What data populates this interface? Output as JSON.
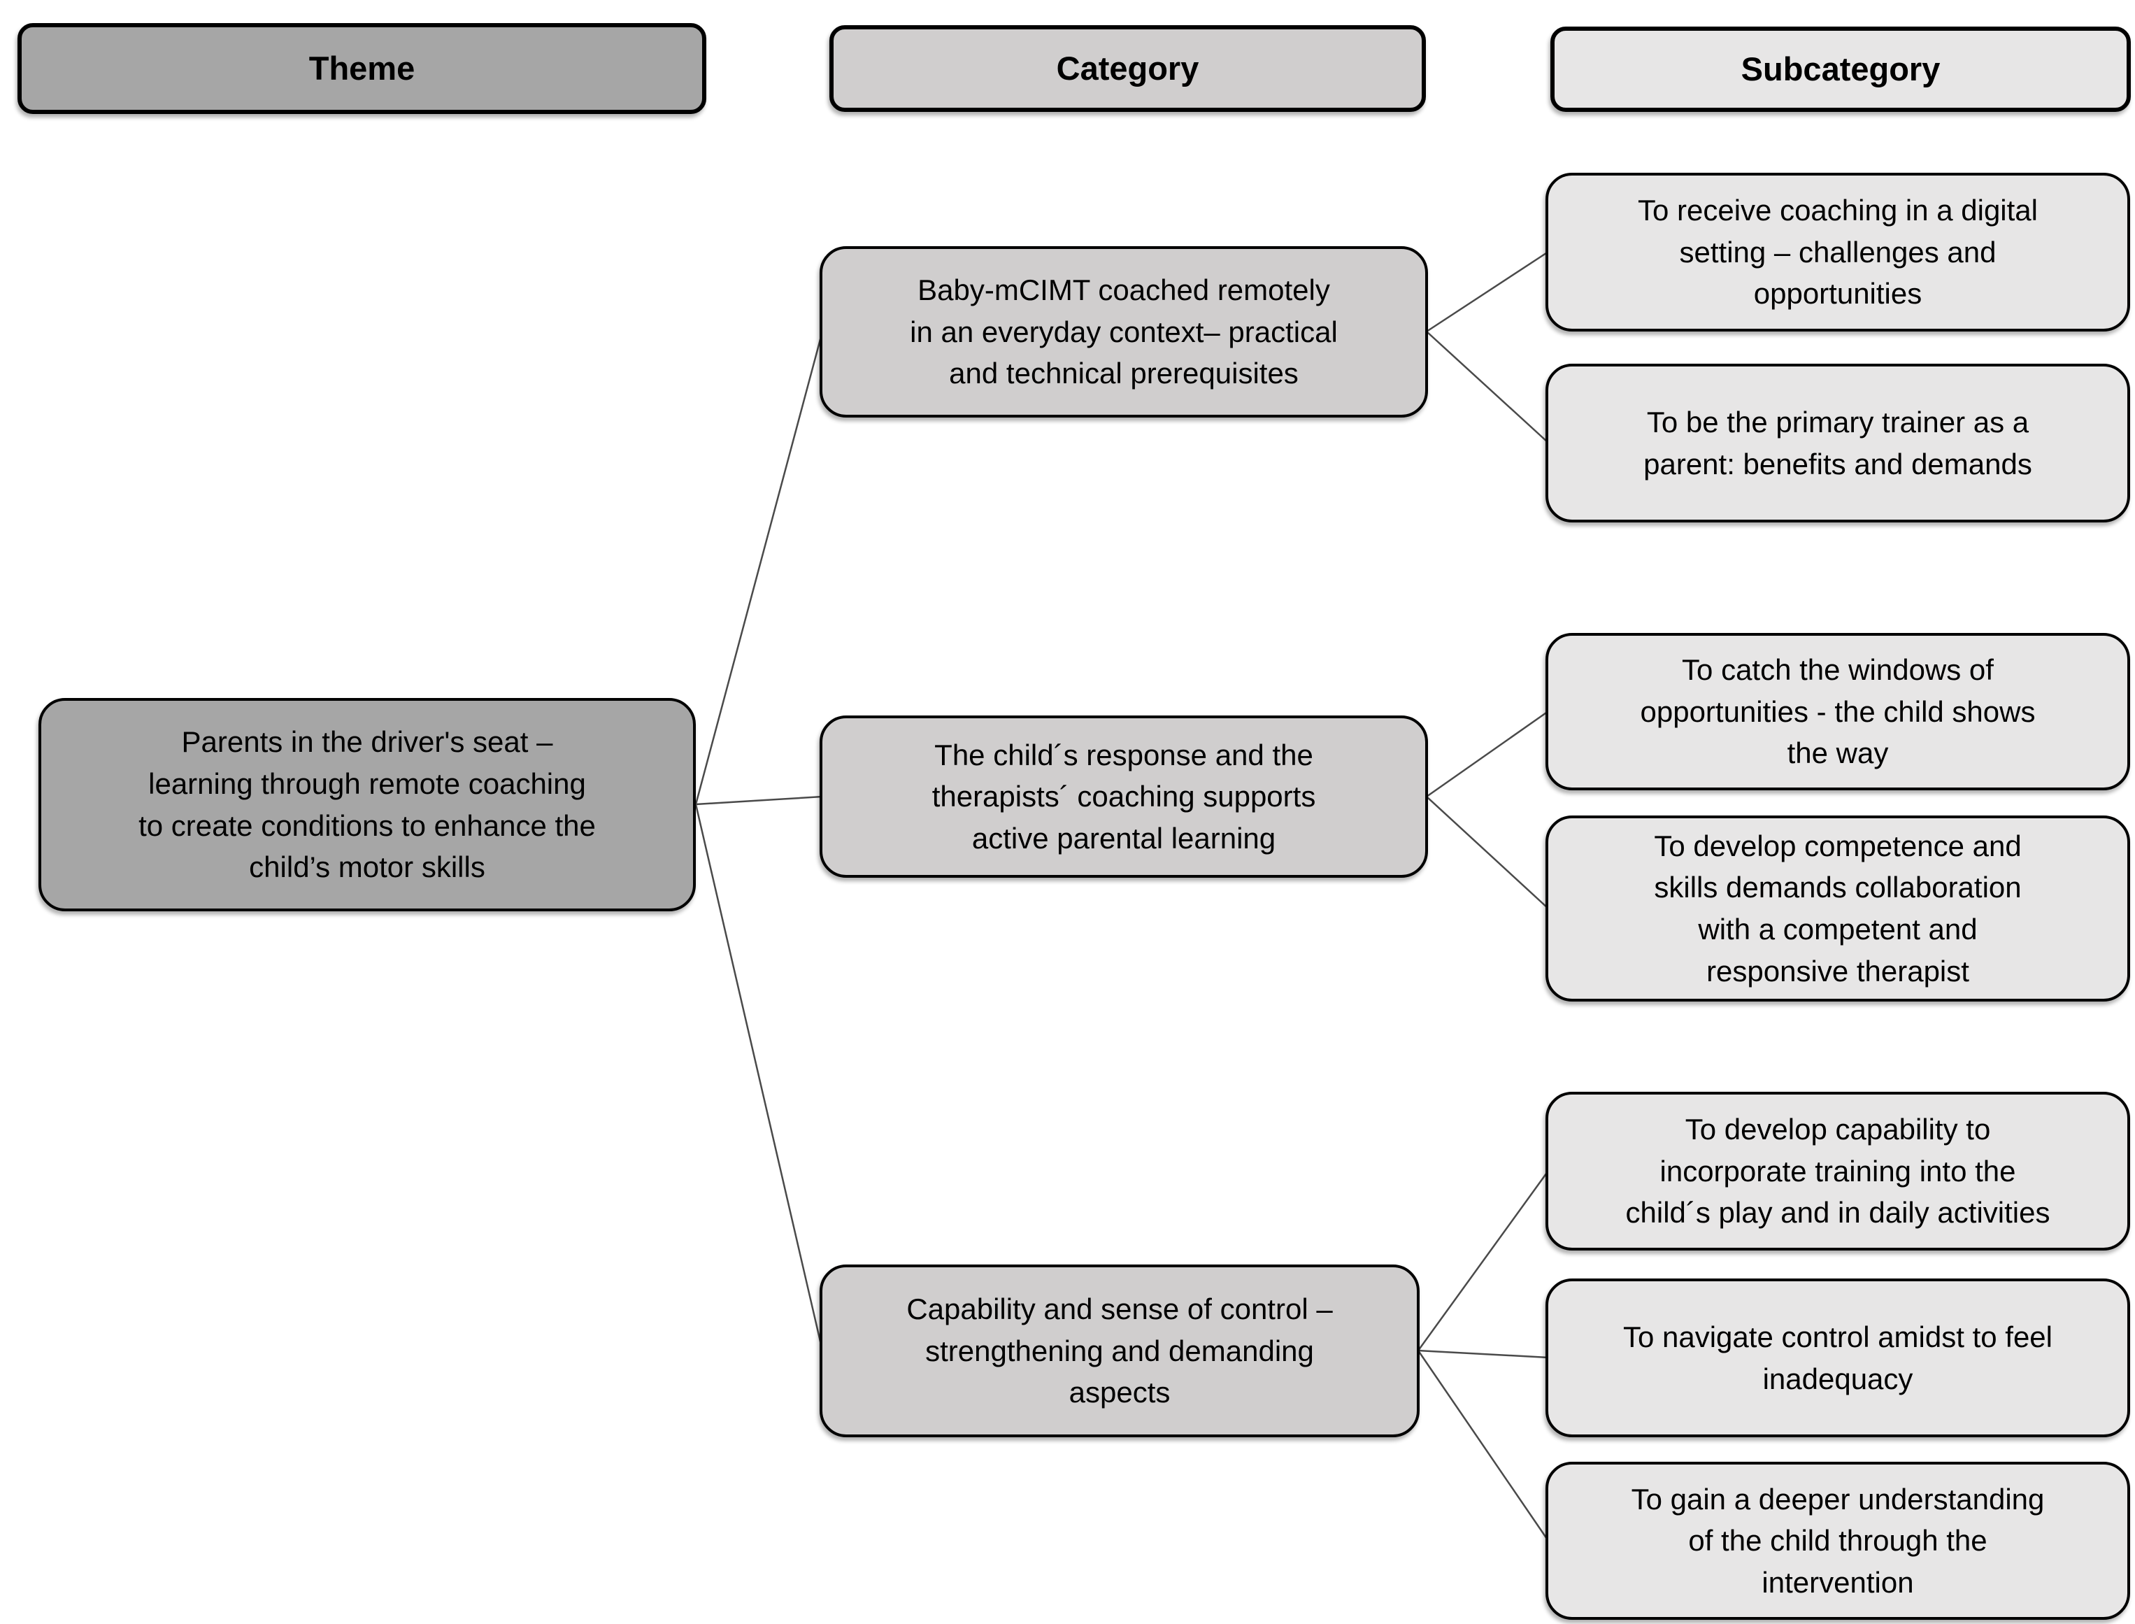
{
  "diagram": {
    "columns": [
      "Theme",
      "Category",
      "Subcategory"
    ],
    "theme": {
      "label": "Parents in the driver's seat –\nlearning through remote coaching\nto create conditions to enhance the\nchild’s motor skills"
    },
    "categories": [
      {
        "label": "Baby-mCIMT coached remotely\nin an everyday context– practical\nand technical prerequisites",
        "subcategories": [
          {
            "label": "To receive coaching in a digital\nsetting – challenges and\nopportunities"
          },
          {
            "label": "To be the primary trainer as a\nparent: benefits and demands"
          }
        ]
      },
      {
        "label": "The child´s response and the\ntherapists´ coaching supports\nactive parental learning",
        "subcategories": [
          {
            "label": "To catch the windows of\nopportunities - the child shows\nthe way"
          },
          {
            "label": "To develop competence and\nskills demands collaboration\nwith a competent and\nresponsive therapist"
          }
        ]
      },
      {
        "label": "Capability and sense of control –\nstrengthening and demanding\naspects",
        "subcategories": [
          {
            "label": "To develop capability to\nincorporate training into the\nchild´s play and in daily activities"
          },
          {
            "label": "To navigate control amidst to feel\ninadequacy"
          },
          {
            "label": "To gain a deeper understanding\nof the child through the\nintervention"
          }
        ]
      }
    ],
    "colors": {
      "theme_fill": "#a6a6a6",
      "category_fill": "#d0cece",
      "subcategory_fill": "#e7e6e6",
      "border": "#000000",
      "connector": "#4a4a4a",
      "background": "#ffffff"
    }
  }
}
